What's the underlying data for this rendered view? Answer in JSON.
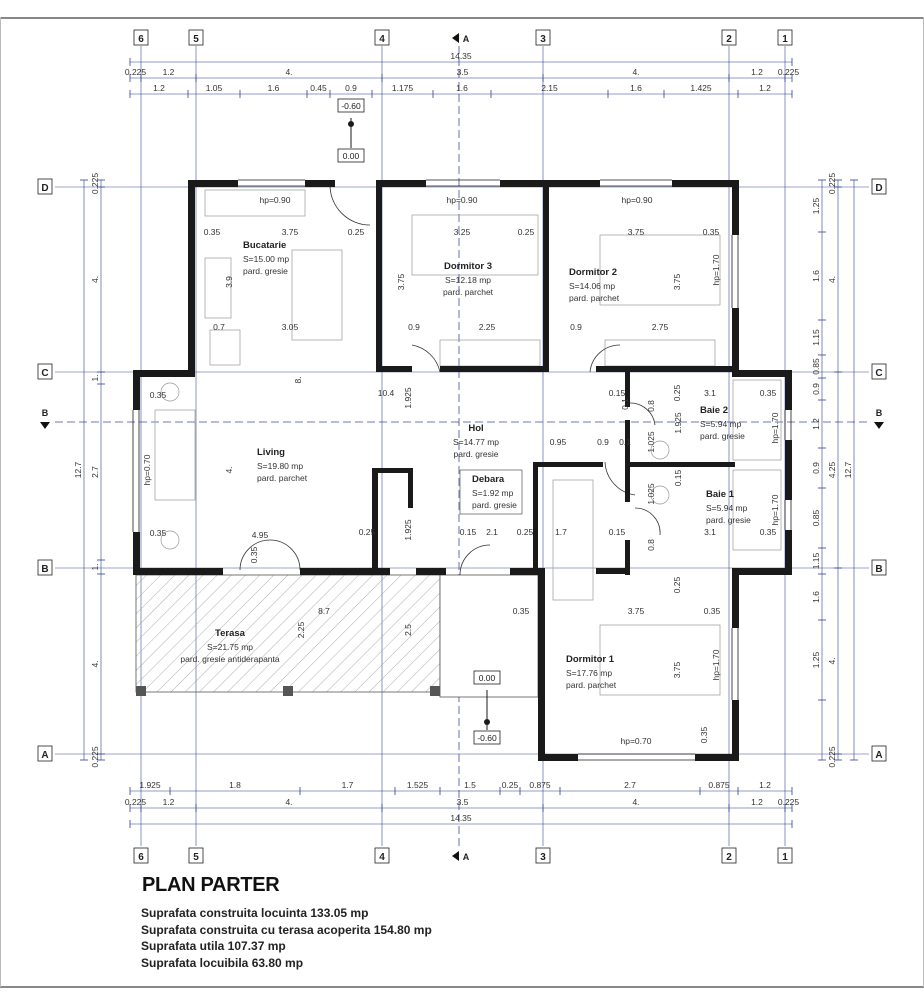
{
  "title": "PLAN PARTER",
  "summary": [
    "Suprafata construita locuinta 133.05 mp",
    "Suprafata construita cu terasa acoperita 154.80 mp",
    "Suprafata utila 107.37 mp",
    "Suprafata locuibila 63.80 mp"
  ],
  "grid": {
    "columns": [
      "6",
      "5",
      "4",
      "3",
      "2",
      "1"
    ],
    "rows": [
      "D",
      "C",
      "B",
      "A"
    ],
    "section_a": "A",
    "section_b": "B"
  },
  "dimensions": {
    "top_total": "14.35",
    "top_axes": [
      "0.225",
      "1.2",
      "4.",
      "3.5",
      "4.",
      "1.2",
      "0.225"
    ],
    "top_openings": [
      "1.2",
      "1.05",
      "1.6",
      "0.45",
      "0.9",
      "1.175",
      "1.6",
      "2.15",
      "1.6",
      "1.425",
      "1.2"
    ],
    "bottom_openings": [
      "1.925",
      "1.8",
      "1.7",
      "1.525",
      "1.5",
      "0.25",
      "0.875",
      "2.7",
      "0.875",
      "1.2"
    ],
    "bottom_axes": [
      "0.225",
      "1.2",
      "4.",
      "3.5",
      "4.",
      "1.2",
      "0.225"
    ],
    "bottom_total": "14.35",
    "left_total": "12.7",
    "left_axes": [
      "0.225",
      "4.",
      "1.",
      "2.7",
      "1.",
      "4.",
      "0.225"
    ],
    "right_total": "12.7",
    "right_axes": [
      "0.225",
      "4.",
      "4.25",
      "4.",
      "0.225"
    ],
    "right_openings": [
      "1.25",
      "1.6",
      "1.15",
      "0.85",
      "0.9",
      "1.2",
      "0.9",
      "0.85",
      "1.15",
      "1.6",
      "1.25"
    ],
    "interior": [
      "0.35",
      "3.75",
      "0.25",
      "3.25",
      "0.25",
      "3.75",
      "0.35",
      "0.7",
      "3.05",
      "0.9",
      "2.25",
      "0.9",
      "2.75",
      "3.9",
      "3.75",
      "3.75",
      "10.4",
      "1.925",
      "8.",
      "4.",
      "0.35",
      "0.35",
      "4.95",
      "0.95",
      "0.9",
      "0.1",
      "0.15",
      "3.1",
      "0.35",
      "3.1",
      "0.35",
      "1.7",
      "0.15",
      "0.15",
      "2.1",
      "0.25",
      "0.25",
      "8.7",
      "0.35",
      "2.5",
      "2.25",
      "3.75",
      "0.35",
      "3.75",
      "1.925",
      "1.025",
      "1.025",
      "1.925",
      "0.8",
      "0.8",
      "0.35",
      "0.35",
      "0.1",
      "0.25",
      "0.25",
      "0.15"
    ]
  },
  "rooms": [
    {
      "name": "Bucatarie",
      "area": "S=15.00 mp",
      "floor": "pard. gresie"
    },
    {
      "name": "Dormitor 3",
      "area": "S=12.18 mp",
      "floor": "pard. parchet"
    },
    {
      "name": "Dormitor 2",
      "area": "S=14.06 mp",
      "floor": "pard. parchet"
    },
    {
      "name": "Living",
      "area": "S=19.80 mp",
      "floor": "pard. parchet"
    },
    {
      "name": "Hol",
      "area": "S=14.77 mp",
      "floor": "pard. gresie"
    },
    {
      "name": "Debara",
      "area": "S=1.92 mp",
      "floor": "pard. gresie"
    },
    {
      "name": "Baie 2",
      "area": "S=5.94 mp",
      "floor": "pard. gresie"
    },
    {
      "name": "Baie 1",
      "area": "S=5.94 mp",
      "floor": "pard. gresie"
    },
    {
      "name": "Dormitor 1",
      "area": "S=17.76 mp",
      "floor": "pard. parchet"
    },
    {
      "name": "Terasa",
      "area": "S=21.75 mp",
      "floor": "pard. gresie antiderapanta"
    }
  ],
  "sill_heights": [
    "hp=0.90",
    "hp=0.90",
    "hp=0.90",
    "hp=1.70",
    "hp=1.70",
    "hp=1.70",
    "hp=1.70",
    "hp=0.70",
    "hp=0.70"
  ],
  "levels": [
    "-0.60",
    "0.00",
    "0.00",
    "-0.60"
  ],
  "colors": {
    "grid": "#3d4c9e",
    "wall": "#1a1a1a",
    "dim": "#2f3f8f",
    "hatch": "#777777"
  }
}
